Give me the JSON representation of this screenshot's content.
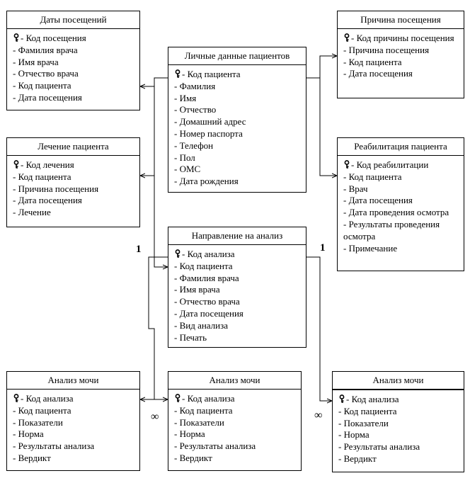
{
  "entities": {
    "visit_dates": {
      "title": "Даты посещений",
      "fields": [
        "- Код посещения",
        "- Фамилия врача",
        "- Имя врача",
        "- Отчество врача",
        "- Код пациента",
        "- Дата посещения"
      ]
    },
    "patient_data": {
      "title": "Личные данные пациентов",
      "fields": [
        "- Код пациента",
        "- Фамилия",
        "- Имя",
        "- Отчество",
        "- Домашний адрес",
        "- Номер паспорта",
        "- Телефон",
        "- Пол",
        "- ОМС",
        "- Дата рождения"
      ]
    },
    "visit_reason": {
      "title": "Причина посещения",
      "fields": [
        "- Код причины посещения",
        "- Причина посещения",
        "- Код пациента",
        "- Дата посещения"
      ]
    },
    "treatment": {
      "title": "Лечение пациента",
      "fields": [
        "- Код лечения",
        "- Код пациента",
        "- Причина посещения",
        "- Дата посещения",
        "- Лечение"
      ]
    },
    "rehab": {
      "title": "Реабилитация пациента",
      "fields": [
        "- Код реабилитации",
        "- Код пациента",
        "- Врач",
        "- Дата посещения",
        "- Дата проведения осмотра",
        "- Результаты проведения осмотра",
        "- Примечание"
      ]
    },
    "analysis_ref": {
      "title": "Направление на анализ",
      "fields": [
        "- Код анализа",
        "- Код пациента",
        "- Фамилия врача",
        "- Имя врача",
        "- Отчество врача",
        "- Дата посещения",
        "- Вид анализа",
        "- Печать"
      ]
    },
    "urine_1": {
      "title": "Анализ мочи",
      "fields": [
        "- Код анализа",
        "- Код пациента",
        "- Показатели",
        "- Норма",
        "- Результаты анализа",
        "- Вердикт"
      ]
    },
    "urine_2": {
      "title": "Анализ мочи",
      "fields": [
        "- Код анализа",
        "- Код пациента",
        "- Показатели",
        "- Норма",
        "- Результаты анализа",
        "- Вердикт"
      ]
    },
    "urine_3": {
      "title": "Анализ мочи",
      "fields": [
        "- Код анализа",
        "- Код пациента",
        "- Показатели",
        "- Норма",
        "- Результаты анализа",
        "- Вердикт"
      ]
    }
  },
  "cardinality": {
    "one_left": "1",
    "one_right": "1",
    "many_left": "∞",
    "many_right": "∞"
  },
  "icons": {
    "primary_key": "key-icon"
  }
}
